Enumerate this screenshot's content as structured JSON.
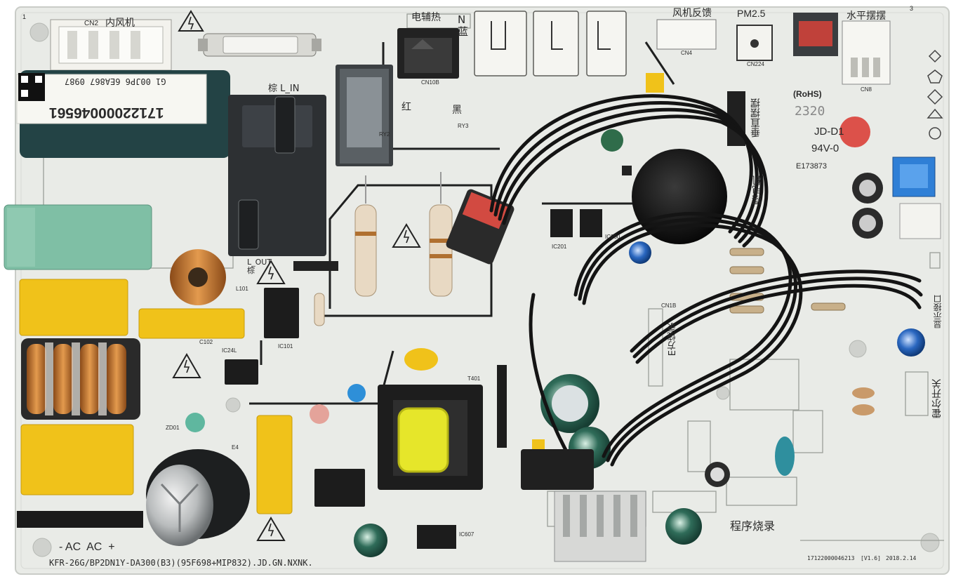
{
  "board": {
    "model_line": "KFR-26G/BP2DN1Y-DA300(B3)(95F698+MIP832).JD.GN.NXNK.",
    "barcode_number": "17122000046561",
    "barcode_small_text": "G1 00JP6 6EA867 0987",
    "serial_bottom": "17122000046213",
    "version": "[V1.6]",
    "date": "2018.2.14"
  },
  "labels": {
    "inner_fan": "内风机",
    "inner_fan_code": "CN2",
    "electric_heat": "电辅热",
    "n_blue": "N\n蓝",
    "fan_feedback": "风机反馈",
    "pm25": "PM2.5",
    "horizontal_swing": "水平摆摆",
    "vertical_swing": "垂直摆摆",
    "swing_motor": "摆电机",
    "l_in": "棕 L_IN",
    "l_out": "L_OUT\n棕",
    "red": "红",
    "black": "黑",
    "rohs": "(RoHS)",
    "code_2320": "2320",
    "jd_d1": "JD-D1",
    "v0": "94V-0",
    "ul_number": "E173873",
    "e_program": "E方烧录",
    "program_burn": "程序烧录",
    "hall_switch": "霍尔开关",
    "display_port": "显示接口",
    "ac_terminals": "- AC  AC  +",
    "cn10b": "CN10B",
    "cn224": "CN224",
    "cn4": "CN4",
    "cn8": "CN8",
    "cn1b": "CN1B",
    "ry2": "RY2",
    "ry3": "RY3",
    "ic200": "IC200",
    "ic201": "IC201",
    "ic101": "IC101",
    "ic24l": "IC24L",
    "ic607": "IC607",
    "l101": "L101",
    "c102": "C102",
    "t401": "T401",
    "zd01": "ZD01",
    "e4": "E4",
    "corner_1": "1",
    "corner_3": "3"
  },
  "colors": {
    "pcb": "#e9ebe7",
    "trace": "#1f2020",
    "yellow_cap": "#f0c21a",
    "teal_cap": "#7fbfa5",
    "relay_dark": "#2d3033",
    "wire": "#141414",
    "connector_white": "#f2f2ee",
    "red_tag": "#d9362e",
    "blue_header": "#2f7fd6"
  }
}
